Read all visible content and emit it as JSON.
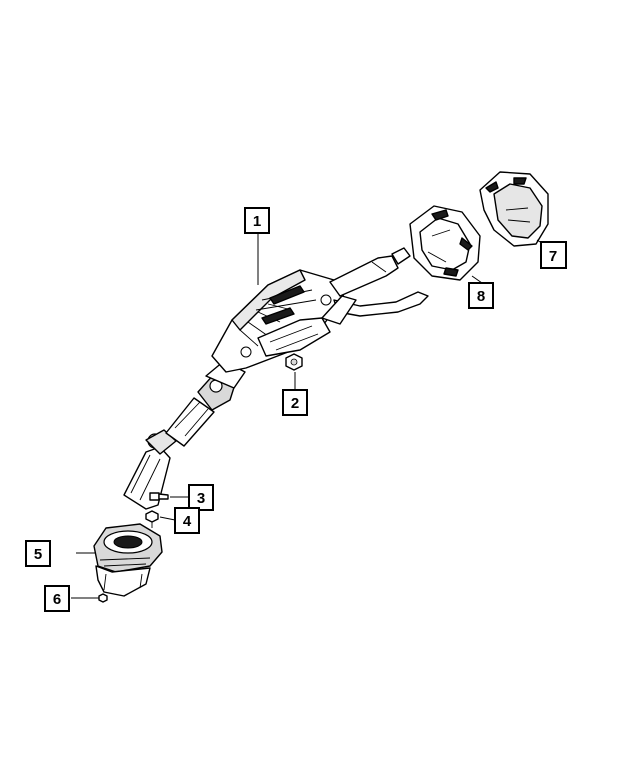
{
  "callouts": [
    {
      "id": "1",
      "label": "1"
    },
    {
      "id": "2",
      "label": "2"
    },
    {
      "id": "3",
      "label": "3"
    },
    {
      "id": "4",
      "label": "4"
    },
    {
      "id": "5",
      "label": "5"
    },
    {
      "id": "6",
      "label": "6"
    },
    {
      "id": "7",
      "label": "7"
    },
    {
      "id": "8",
      "label": "8"
    }
  ],
  "colors": {
    "line": "#000000",
    "fill_light": "#ffffff",
    "fill_shade": "#d9d9d9",
    "fill_dark": "#1a1a1a"
  }
}
